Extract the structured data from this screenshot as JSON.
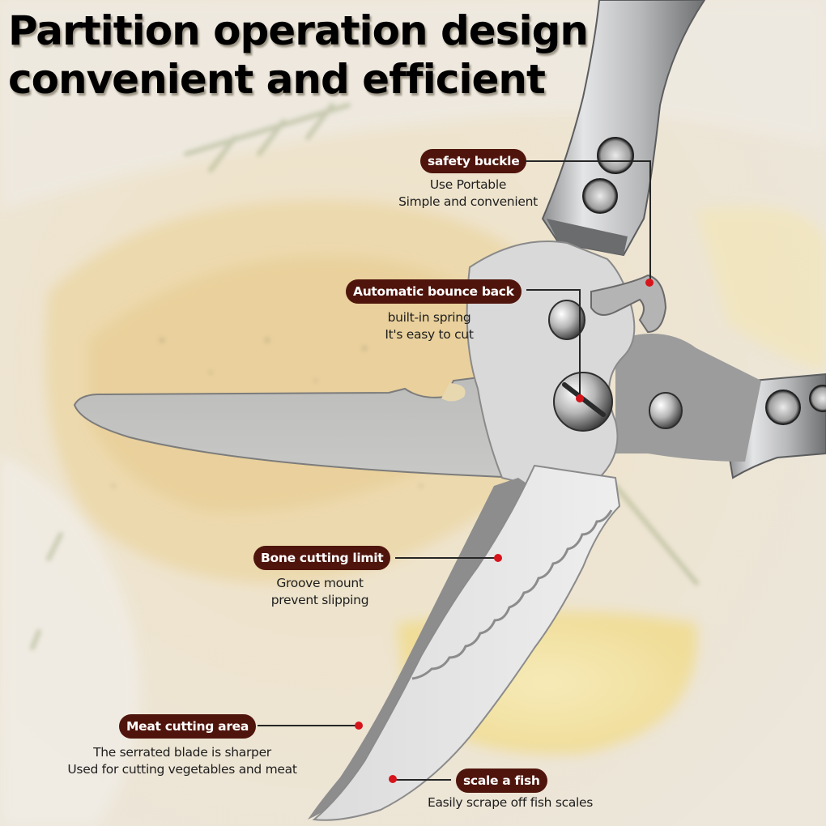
{
  "title": {
    "line1": "Partition operation design",
    "line2": "convenient and efficient"
  },
  "product": "kitchen-poultry-shears",
  "colors": {
    "label_bg": "#4f150c",
    "label_text": "#ffffff",
    "marker": "#d7141b",
    "title_text": "#000000",
    "steel": "#c9c9c9"
  },
  "callouts": [
    {
      "id": "safety-buckle",
      "label": "safety buckle",
      "desc": [
        "Use Portable",
        "Simple and convenient"
      ]
    },
    {
      "id": "automatic-bounce-back",
      "label": "Automatic bounce back",
      "desc": [
        "built-in spring",
        "It's easy to cut"
      ]
    },
    {
      "id": "bone-cutting-limit",
      "label": "Bone cutting limit",
      "desc": [
        "Groove mount",
        "prevent slipping"
      ]
    },
    {
      "id": "meat-cutting-area",
      "label": "Meat cutting area",
      "desc": [
        "The serrated blade is sharper",
        "Used for cutting vegetables and meat"
      ]
    },
    {
      "id": "scale-a-fish",
      "label": "scale a fish",
      "desc": [
        "Easily scrape off fish scales"
      ]
    }
  ]
}
